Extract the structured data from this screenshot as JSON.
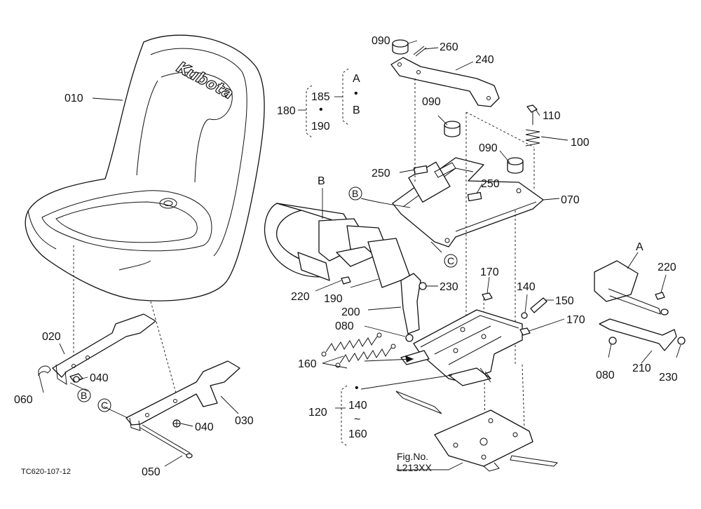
{
  "callouts": {
    "p010": "010",
    "p020": "020",
    "p030": "030",
    "p040a": "040",
    "p040b": "040",
    "p050": "050",
    "p060": "060",
    "p070": "070",
    "p080a": "080",
    "p080b": "080",
    "p090a": "090",
    "p090b": "090",
    "p090c": "090",
    "p100": "100",
    "p110": "110",
    "p120": "120",
    "p140a": "140",
    "p140b": "140",
    "p150": "150",
    "p160a": "160",
    "p160b": "160",
    "p170a": "170",
    "p170b": "170",
    "p180": "180",
    "p185": "185",
    "p190a": "190",
    "p190b": "190",
    "p200": "200",
    "p210": "210",
    "p220a": "220",
    "p220b": "220",
    "p230a": "230",
    "p230b": "230",
    "p240": "240",
    "p250a": "250",
    "p250b": "250",
    "p260": "260"
  },
  "markers": {
    "A": "A",
    "B": "B",
    "C": "C",
    "dot": "•",
    "tilde": "~"
  },
  "brand": "Kubota",
  "fig_label": "Fig.No.",
  "fig_number": "L213XX",
  "drawing_code": "TC620-107-12"
}
